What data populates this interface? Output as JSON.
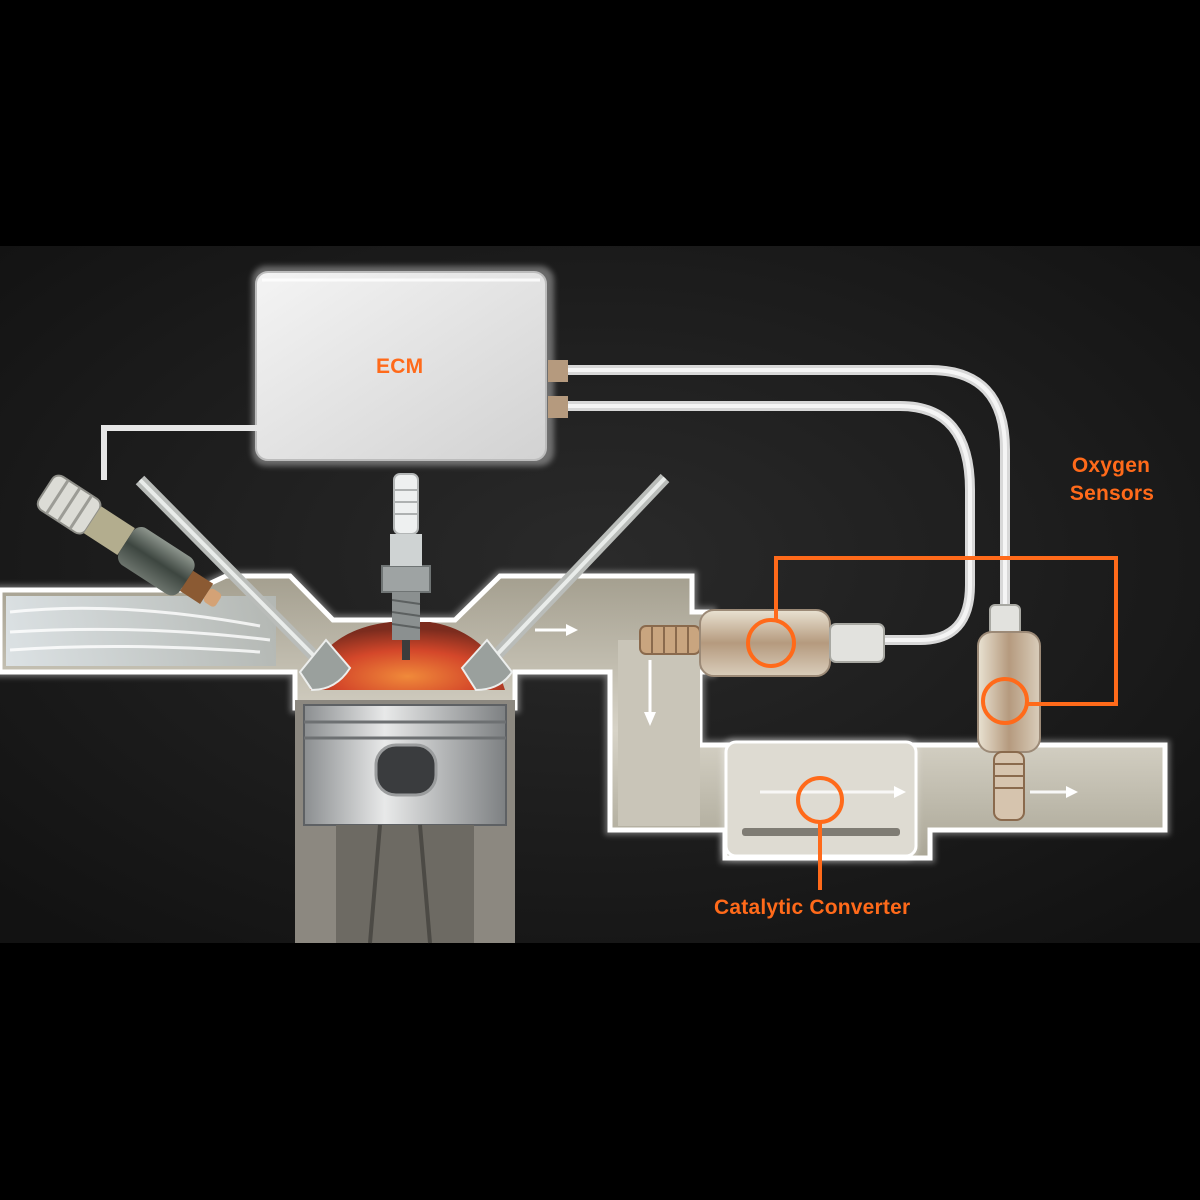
{
  "labels": {
    "ecm": "ECM",
    "oxygen_sensors_line1": "Oxygen",
    "oxygen_sensors_line2": "Sensors",
    "catalytic_converter": "Catalytic Converter"
  },
  "colors": {
    "background": "#000000",
    "panel": "#1d1d1d",
    "pipe": "#ece8dc",
    "pipe_edge": "#ffffff",
    "duct_shadow": "#8f8a7a",
    "accent": "#ff6a1a",
    "combustion": "#e4582a"
  },
  "icons": {
    "ecm": "ecm-box-icon",
    "injector": "fuel-injector-icon",
    "spark_plug": "spark-plug-icon",
    "piston": "piston-icon",
    "sensor": "oxygen-sensor-icon",
    "converter": "catalytic-converter-icon"
  }
}
